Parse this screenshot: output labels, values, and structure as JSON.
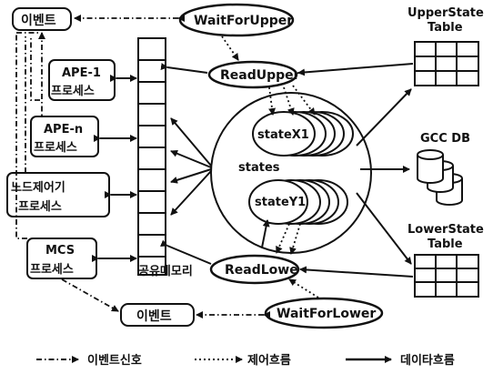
{
  "nodes": {
    "event_top": "이벤트",
    "event_bottom": "이벤트",
    "wait_upper": "WaitForUpper",
    "wait_lower": "WaitForLower",
    "read_upper": "ReadUpper",
    "read_lower": "ReadLowe",
    "ape1_line1": "APE-1",
    "ape1_line2": "프로세스",
    "apen_line1": "APE-n",
    "apen_line2": "프로세스",
    "node_line1": "노드제어기",
    "node_line2": "프로세스",
    "mcs_line1": "MCS",
    "mcs_line2": "프로세스",
    "shared_memory": "공유메모리",
    "states": "states",
    "state_x1": "stateX1",
    "state_y1": "stateY1",
    "upper_line1": "UpperState",
    "upper_line2": "Table",
    "lower_line1": "LowerState",
    "lower_line2": "Table",
    "gcc_db": "GCC DB"
  },
  "legend": {
    "event_signal": "이벤트신호",
    "control_flow": "제어흐름",
    "data_flow": "데이타흐름"
  },
  "colors": {
    "ink": "#111111",
    "background": "#ffffff"
  }
}
